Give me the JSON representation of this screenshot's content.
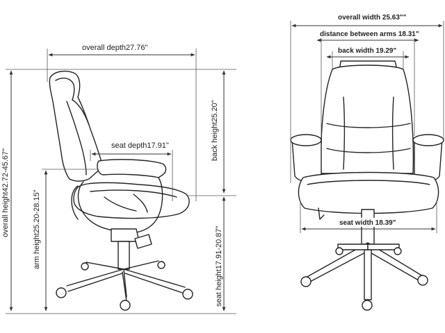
{
  "side_view": {
    "overall_depth": "overall depth27.76\"",
    "seat_depth": "seat depth17.91\"",
    "back_height": "back height25.20\"",
    "overall_height": "overall height42.72-45.67\"",
    "arm_height": "arm height25.20-28.15\"",
    "seat_height": "seat height17.91-20.87\""
  },
  "front_view": {
    "overall_width": "overall width 25.63\"\"",
    "distance_between_arms": "distance between arms 18.31\"",
    "back_width": "back width 19.29\"",
    "seat_width": "seat width 18.39\""
  }
}
